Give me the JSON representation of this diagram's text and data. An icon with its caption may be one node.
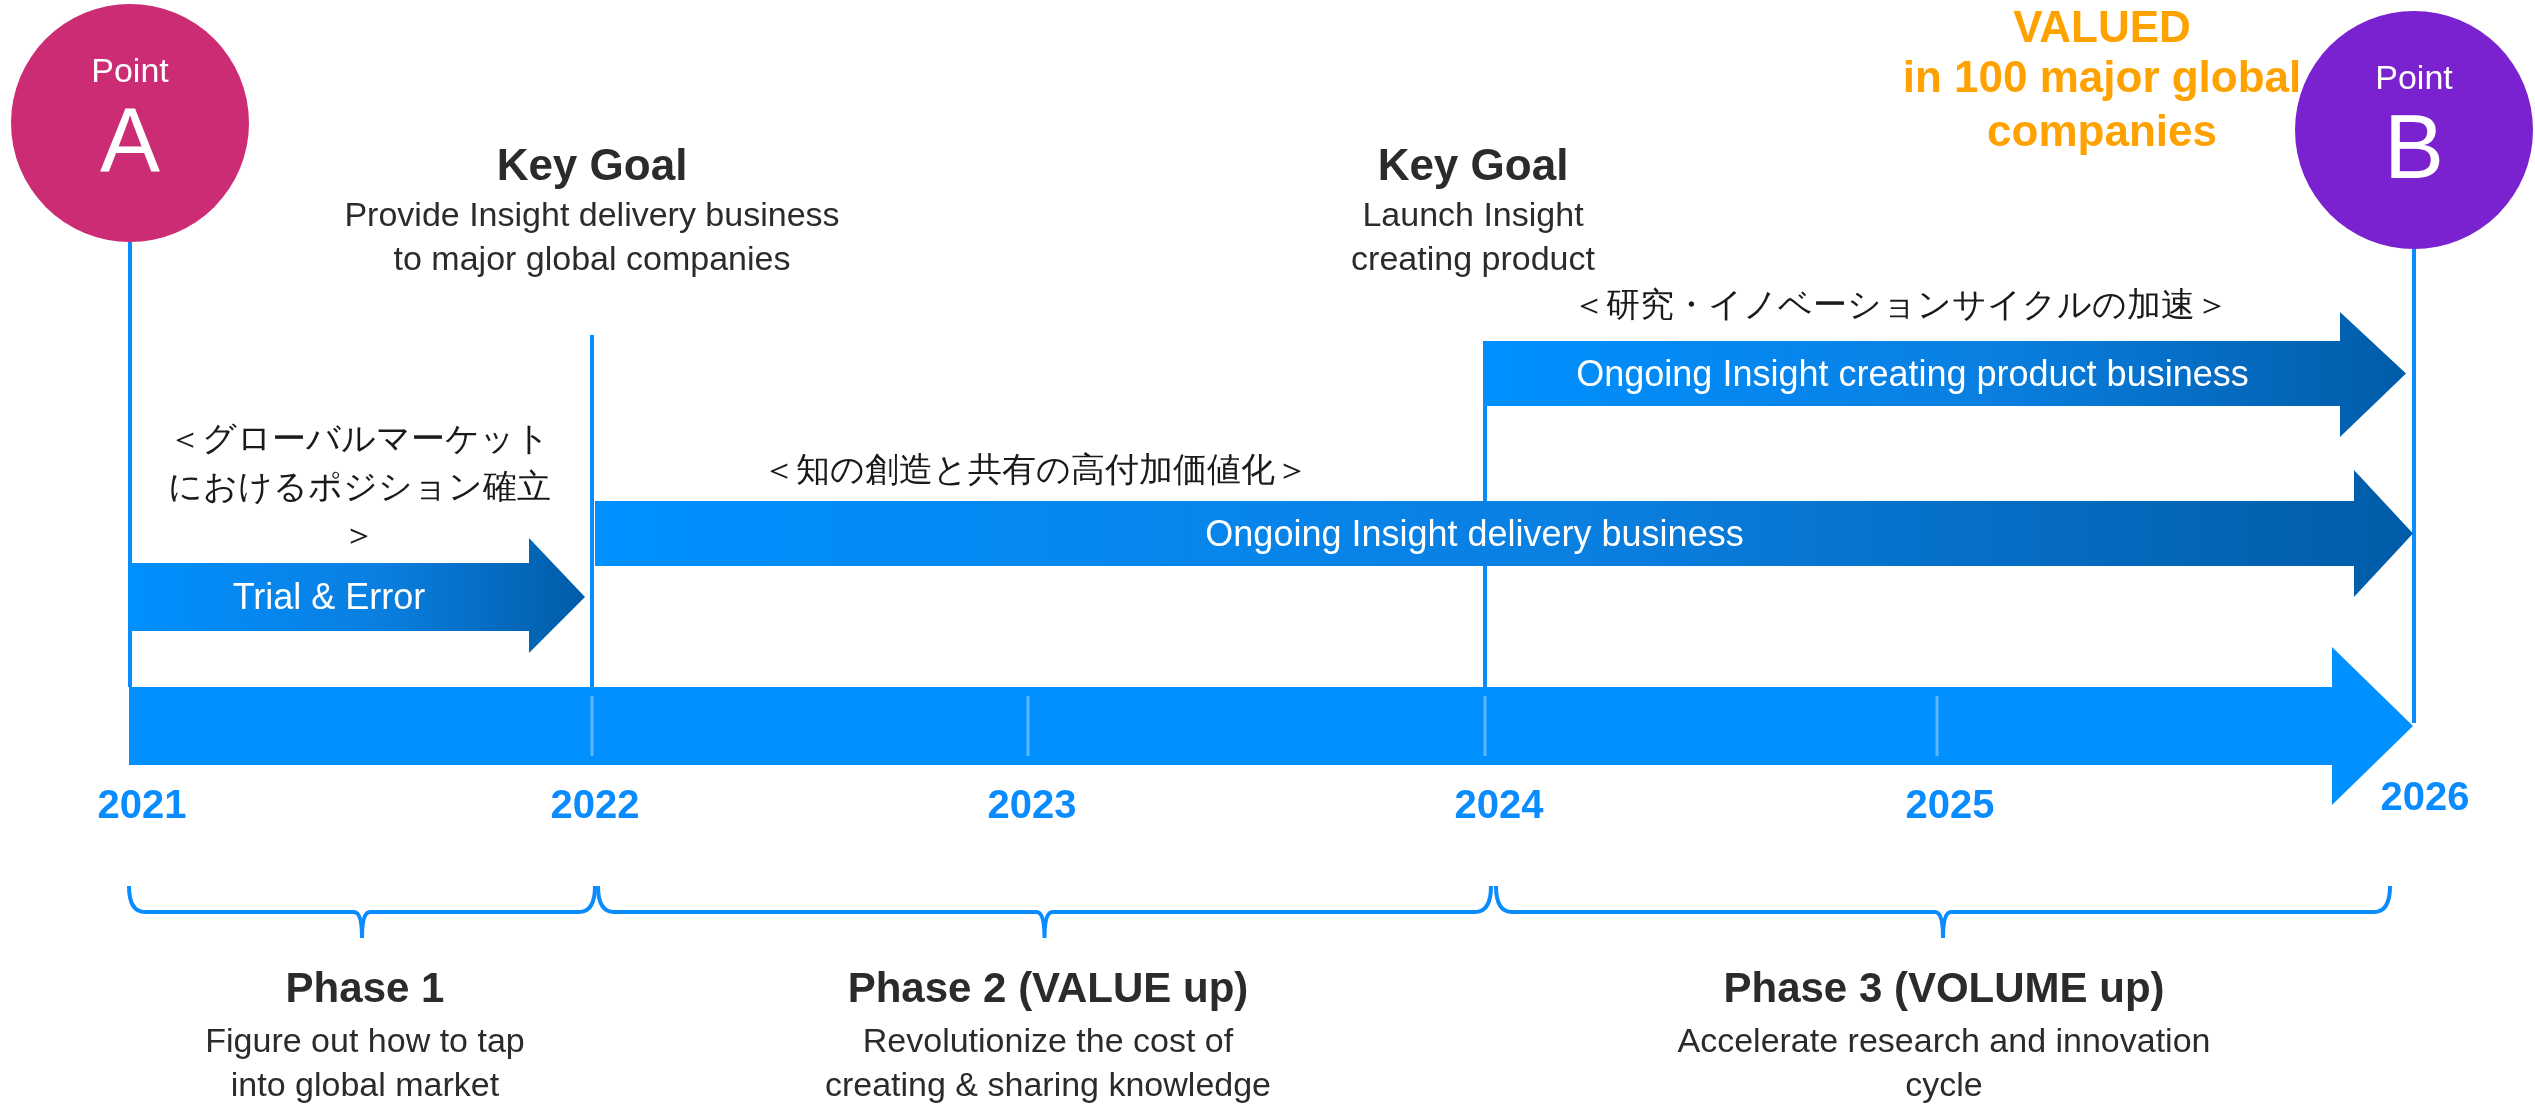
{
  "diagram": {
    "nodes": [
      {
        "text": [
          "Point",
          "A"
        ]
      },
      {
        "text": [
          "Point",
          "B"
        ]
      },
      {
        "text": [
          "Trial & Error"
        ],
        "beside": [
          "＜グローバルマーケットにおけるポジション確立＞"
        ]
      },
      {
        "text": [
          "Ongoing Insight delivery business"
        ],
        "beside": [
          "＜知の創造と共有の高付加価値化＞"
        ]
      },
      {
        "text": [
          "Ongoing Insight creating product business"
        ],
        "beside": [
          "＜研究・イノベーションサイクルの加速＞"
        ]
      }
    ],
    "labels": [
      "VALUED",
      "in 100 major global companies",
      "Key Goal",
      "Provide Insight delivery business to major global companies",
      "Key Goal",
      "Launch Insight creating product",
      "2021",
      "2022",
      "2023",
      "2024",
      "2025",
      "2026",
      "Phase 1",
      "Figure out how to tap into global market",
      "Phase 2 (VALUE up)",
      "Revolutionize the cost of creating & sharing knowledge",
      "Phase 3 (VOLUME up)",
      "Accelerate research and innovation cycle"
    ]
  }
}
